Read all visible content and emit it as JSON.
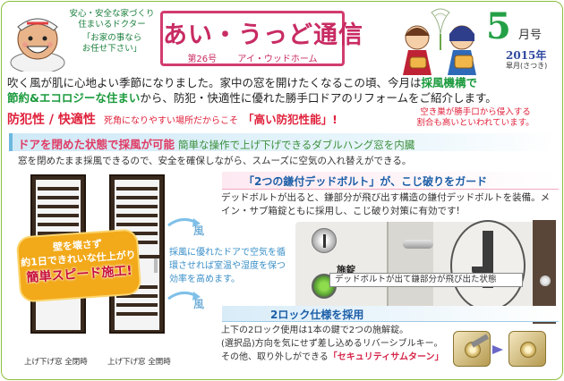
{
  "header": {
    "tagline_line1": "安心・安全な家づくり",
    "tagline_line2": "住まいるドクター",
    "tagline_quote1": "「お家の事なら",
    "tagline_quote2": "お任せ下さい」",
    "title": "あい・うっど通信",
    "issue": "第26号",
    "company": "アイ・ウッドホーム",
    "month_number": "5",
    "month_suffix": "月号",
    "year": "2015年",
    "month_name": "皐月(さつき)"
  },
  "intro": {
    "text1": "吹く風が肌に心地よい季節になりました。家中の窓を開けたくなるこの頃、今月は",
    "highlight1": "採風機構で",
    "highlight2": "節約&エコロジーな住まい",
    "text2": "から、防犯・快適性に優れた勝手口ドアのリフォームをご紹介します。"
  },
  "security": {
    "headline": "防犯性 / 快適性",
    "subline": "死角になりやすい場所だからこそ",
    "boxed": "「高い防犯性能」!",
    "note_line1": "空き巣が勝手口から侵入する",
    "note_line2": "割合も高いといわれています。"
  },
  "ventilation": {
    "heading": "ドアを閉めた状態で採風が可能",
    "heading_sub": "簡単な操作で上げ下げできるダブルハング窓を内臓",
    "body": "窓を閉めたまま採風できるので、安全を確保しながら、スムーズに空気の入れ替えができる。",
    "wind_label_1": "風",
    "wind_label_2": "風",
    "blue_text": "採風に優れたドアで空気を循環させれば室温や湿度を保つ効率を高めます。",
    "caption_left": "上げ下げ窓 全閉時",
    "caption_right": "上げ下げ窓 全開時"
  },
  "badge": {
    "line1": "壁を壊さず",
    "line2": "約1日できれいな仕上がり",
    "line3": "簡単スピード施工!"
  },
  "deadbolt": {
    "heading": "「2つの鎌付デッドボルト」が、こじ破りをガード",
    "body": "デッドボルトが出ると、鎌部分が飛び出す構造の鎌付デッドボルトを装備。メイン・サブ箱錠ともに採用し、こじ破り対策に有効です!",
    "lock_label": "施錠",
    "callout": "デッドボルトが出て鎌部分が飛び出た状態"
  },
  "double_lock": {
    "heading": "2ロック仕様を採用",
    "line1": "上下の2ロック使用は1本の鍵で2つの施解錠。",
    "line2": "(選択品)方向を気にせず差し込めるリバーシブルキー。",
    "line3_prefix": "その他、取り外しができる",
    "line3_red": "「セキュリティサムターン」"
  },
  "colors": {
    "title_pink": "#c82b63",
    "alert_red": "#e0223c",
    "eco_green": "#1a9a3c",
    "heading_blue": "#1c5fa8"
  }
}
